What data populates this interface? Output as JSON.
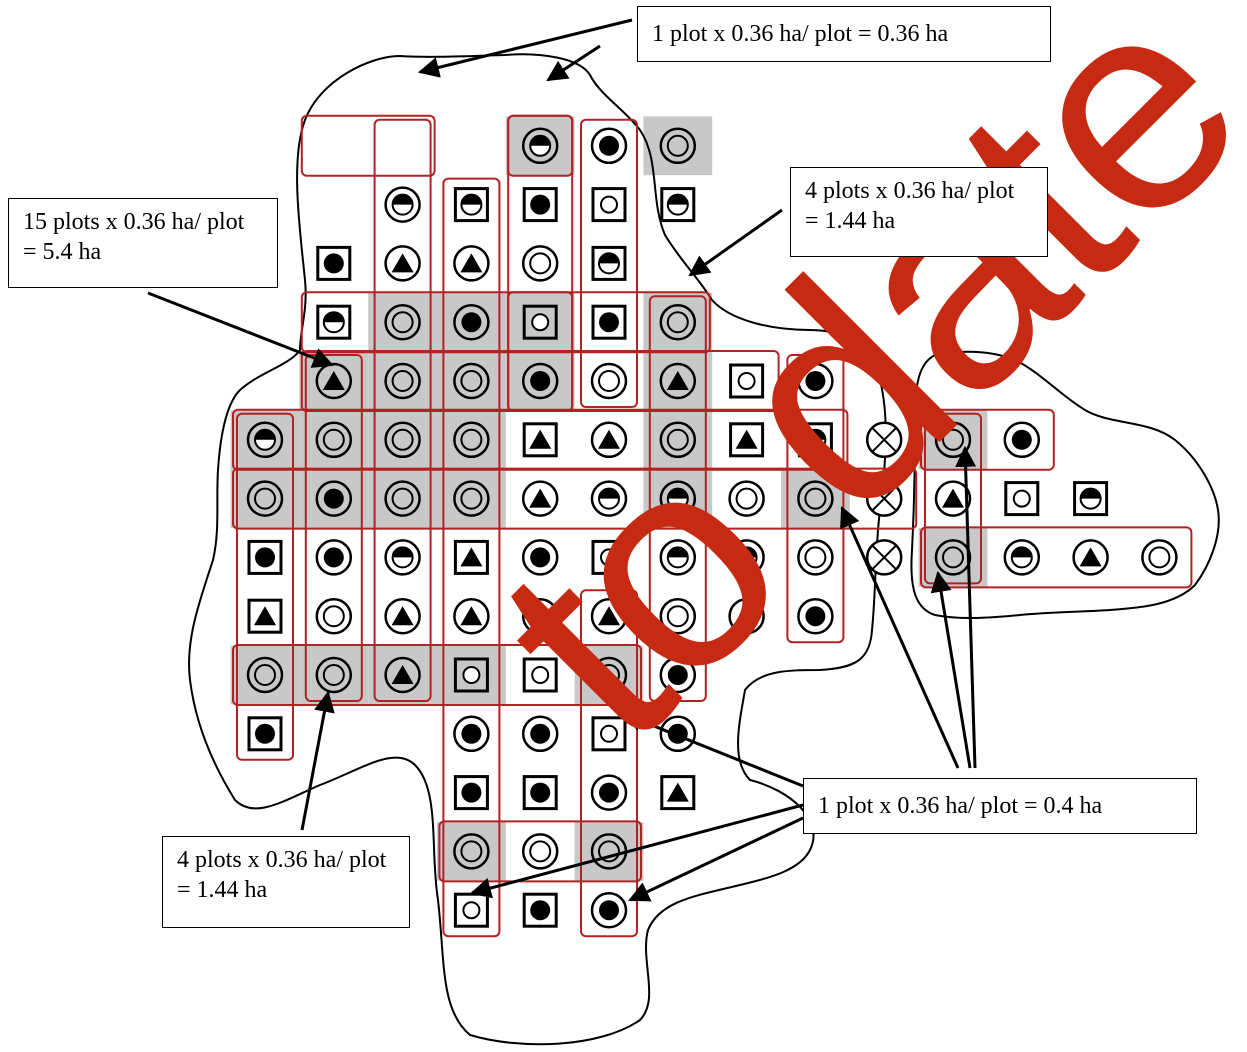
{
  "callouts": {
    "top": "1 plot x 0.36 ha/ plot = 0.36 ha",
    "right": "4 plots x 0.36 ha/ plot = 1.44 ha",
    "left": "15 plots x 0.36 ha/ plot = 5.4 ha",
    "bottom_left": "4 plots x 0.36 ha/ plot = 1.44 ha",
    "bottom_right": "1 plot x 0.36 ha/ plot = 0.4 ha"
  },
  "watermark": {
    "text": "to date",
    "color": "#c62a12"
  },
  "colors": {
    "box_outline": "#b22222",
    "shaded_plot": "#c8c8c8",
    "boundary": "#000000"
  },
  "legend_symbol_names": {
    "cc": "double-circle-icon",
    "cd": "circle-filled-dot-icon",
    "ch": "circle-half-filled-icon",
    "ct": "circle-triangle-icon",
    "co": "circle-small-open-icon",
    "sd": "square-filled-dot-icon",
    "so": "square-open-circle-icon",
    "st": "square-triangle-icon",
    "sh": "square-half-filled-icon",
    "cx": "crossed-circle-icon"
  },
  "grid": [
    {
      "r": 1,
      "c": 4,
      "s": "ch",
      "g": 1
    },
    {
      "r": 1,
      "c": 5,
      "s": "cd"
    },
    {
      "r": 1,
      "c": 6,
      "s": "cc",
      "g": 1
    },
    {
      "r": 2,
      "c": 2,
      "s": "ch"
    },
    {
      "r": 2,
      "c": 3,
      "s": "sh"
    },
    {
      "r": 2,
      "c": 4,
      "s": "sd"
    },
    {
      "r": 2,
      "c": 5,
      "s": "so"
    },
    {
      "r": 2,
      "c": 6,
      "s": "sh"
    },
    {
      "r": 3,
      "c": 1,
      "s": "sd"
    },
    {
      "r": 3,
      "c": 2,
      "s": "ct"
    },
    {
      "r": 3,
      "c": 3,
      "s": "ct"
    },
    {
      "r": 3,
      "c": 4,
      "s": "cc"
    },
    {
      "r": 3,
      "c": 5,
      "s": "sh"
    },
    {
      "r": 4,
      "c": 1,
      "s": "sh"
    },
    {
      "r": 4,
      "c": 2,
      "s": "cc",
      "g": 1
    },
    {
      "r": 4,
      "c": 3,
      "s": "cd",
      "g": 1
    },
    {
      "r": 4,
      "c": 4,
      "s": "so",
      "g": 1
    },
    {
      "r": 4,
      "c": 5,
      "s": "sd"
    },
    {
      "r": 4,
      "c": 6,
      "s": "cc",
      "g": 1
    },
    {
      "r": 5,
      "c": 1,
      "s": "ct",
      "g": 1
    },
    {
      "r": 5,
      "c": 2,
      "s": "cc",
      "g": 1
    },
    {
      "r": 5,
      "c": 3,
      "s": "cc",
      "g": 1
    },
    {
      "r": 5,
      "c": 4,
      "s": "cd",
      "g": 1
    },
    {
      "r": 5,
      "c": 5,
      "s": "cc"
    },
    {
      "r": 5,
      "c": 6,
      "s": "ct",
      "g": 1
    },
    {
      "r": 5,
      "c": 7,
      "s": "so"
    },
    {
      "r": 5,
      "c": 8,
      "s": "cd"
    },
    {
      "r": 6,
      "c": 0,
      "s": "ch",
      "g": 1
    },
    {
      "r": 6,
      "c": 1,
      "s": "cc",
      "g": 1
    },
    {
      "r": 6,
      "c": 2,
      "s": "cc",
      "g": 1
    },
    {
      "r": 6,
      "c": 3,
      "s": "cc",
      "g": 1
    },
    {
      "r": 6,
      "c": 4,
      "s": "st"
    },
    {
      "r": 6,
      "c": 5,
      "s": "ct"
    },
    {
      "r": 6,
      "c": 6,
      "s": "cc",
      "g": 1
    },
    {
      "r": 6,
      "c": 7,
      "s": "st"
    },
    {
      "r": 6,
      "c": 8,
      "s": "sh"
    },
    {
      "r": 6,
      "c": 9,
      "s": "cx"
    },
    {
      "r": 6,
      "c": 10,
      "s": "cc",
      "g": 1
    },
    {
      "r": 6,
      "c": 11,
      "s": "cd"
    },
    {
      "r": 7,
      "c": 0,
      "s": "cc",
      "g": 1
    },
    {
      "r": 7,
      "c": 1,
      "s": "cd",
      "g": 1
    },
    {
      "r": 7,
      "c": 2,
      "s": "cc",
      "g": 1
    },
    {
      "r": 7,
      "c": 3,
      "s": "cc",
      "g": 1
    },
    {
      "r": 7,
      "c": 4,
      "s": "ct"
    },
    {
      "r": 7,
      "c": 5,
      "s": "ch"
    },
    {
      "r": 7,
      "c": 6,
      "s": "ch",
      "g": 1
    },
    {
      "r": 7,
      "c": 7,
      "s": "cc"
    },
    {
      "r": 7,
      "c": 8,
      "s": "cc",
      "g": 1
    },
    {
      "r": 7,
      "c": 9,
      "s": "cx"
    },
    {
      "r": 7,
      "c": 10,
      "s": "ct"
    },
    {
      "r": 7,
      "c": 11,
      "s": "so"
    },
    {
      "r": 7,
      "c": 12,
      "s": "sh"
    },
    {
      "r": 8,
      "c": 0,
      "s": "sd"
    },
    {
      "r": 8,
      "c": 1,
      "s": "cd"
    },
    {
      "r": 8,
      "c": 2,
      "s": "ch"
    },
    {
      "r": 8,
      "c": 3,
      "s": "st"
    },
    {
      "r": 8,
      "c": 4,
      "s": "cd"
    },
    {
      "r": 8,
      "c": 5,
      "s": "so"
    },
    {
      "r": 8,
      "c": 6,
      "s": "ch"
    },
    {
      "r": 8,
      "c": 7,
      "s": "ch"
    },
    {
      "r": 8,
      "c": 8,
      "s": "cc"
    },
    {
      "r": 8,
      "c": 9,
      "s": "cx"
    },
    {
      "r": 8,
      "c": 10,
      "s": "cc",
      "g": 1
    },
    {
      "r": 8,
      "c": 11,
      "s": "ch"
    },
    {
      "r": 8,
      "c": 12,
      "s": "ct"
    },
    {
      "r": 8,
      "c": 13,
      "s": "cc"
    },
    {
      "r": 9,
      "c": 0,
      "s": "st"
    },
    {
      "r": 9,
      "c": 1,
      "s": "cc"
    },
    {
      "r": 9,
      "c": 2,
      "s": "ct"
    },
    {
      "r": 9,
      "c": 3,
      "s": "ct"
    },
    {
      "r": 9,
      "c": 4,
      "s": "cd"
    },
    {
      "r": 9,
      "c": 5,
      "s": "ct"
    },
    {
      "r": 9,
      "c": 6,
      "s": "cc"
    },
    {
      "r": 9,
      "c": 7,
      "s": "ct"
    },
    {
      "r": 9,
      "c": 8,
      "s": "cd"
    },
    {
      "r": 10,
      "c": 0,
      "s": "cc",
      "g": 1
    },
    {
      "r": 10,
      "c": 1,
      "s": "cc",
      "g": 1
    },
    {
      "r": 10,
      "c": 2,
      "s": "ct",
      "g": 1
    },
    {
      "r": 10,
      "c": 3,
      "s": "so",
      "g": 1
    },
    {
      "r": 10,
      "c": 4,
      "s": "so"
    },
    {
      "r": 10,
      "c": 5,
      "s": "cc",
      "g": 1
    },
    {
      "r": 10,
      "c": 6,
      "s": "cd"
    },
    {
      "r": 11,
      "c": 0,
      "s": "sd"
    },
    {
      "r": 11,
      "c": 3,
      "s": "cd"
    },
    {
      "r": 11,
      "c": 4,
      "s": "cd"
    },
    {
      "r": 11,
      "c": 5,
      "s": "so"
    },
    {
      "r": 11,
      "c": 6,
      "s": "cd"
    },
    {
      "r": 12,
      "c": 3,
      "s": "sd"
    },
    {
      "r": 12,
      "c": 4,
      "s": "sd"
    },
    {
      "r": 12,
      "c": 5,
      "s": "cd"
    },
    {
      "r": 12,
      "c": 6,
      "s": "st"
    },
    {
      "r": 13,
      "c": 3,
      "s": "cc",
      "g": 1
    },
    {
      "r": 13,
      "c": 4,
      "s": "cc"
    },
    {
      "r": 13,
      "c": 5,
      "s": "cc",
      "g": 1
    },
    {
      "r": 14,
      "c": 3,
      "s": "so"
    },
    {
      "r": 14,
      "c": 4,
      "s": "sd"
    },
    {
      "r": 14,
      "c": 5,
      "s": "cd"
    }
  ]
}
